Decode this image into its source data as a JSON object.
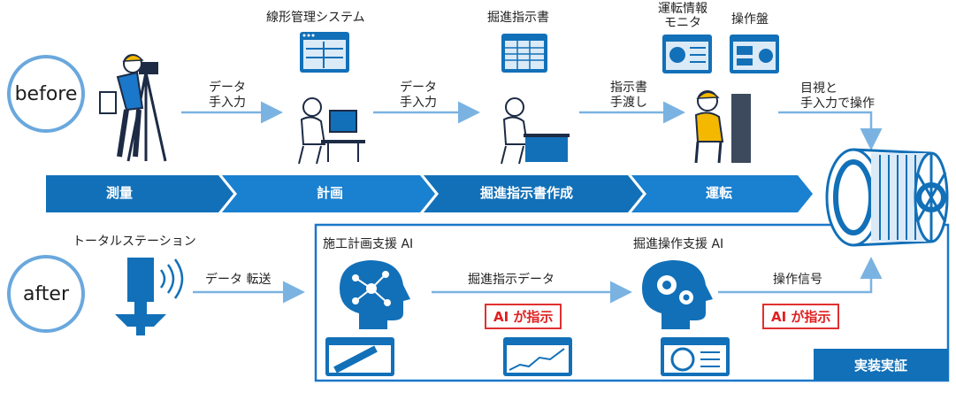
{
  "before": {
    "label": "before",
    "step1_label": "データ\n手入力",
    "step2_label": "データ\n手入力",
    "step3_label": "指示書\n手渡し",
    "step4_label": "目視と\n手入力で操作",
    "system_label": "線形管理システム",
    "instruction_label": "掘進指示書",
    "monitor_label": "運転情報\nモニタ",
    "panel_label": "操作盤"
  },
  "process_bar": {
    "stages": [
      "測量",
      "計画",
      "掘進指示書作成",
      "運転"
    ],
    "color": "#1a77c9"
  },
  "after": {
    "label": "after",
    "total_station_label": "トータルステーション",
    "transfer_label": "データ 転送",
    "planning_ai_label": "施工計画支援 AI",
    "instruction_data_label": "掘進指示データ",
    "ai_instruct_1": "AI が指示",
    "operation_ai_label": "掘進操作支援 AI",
    "signal_label": "操作信号",
    "ai_instruct_2": "AI が指示",
    "demo_label": "実装実証"
  },
  "colors": {
    "accent": "#1270b8",
    "light_accent": "#6aa8dd",
    "alert": "#e02020"
  }
}
